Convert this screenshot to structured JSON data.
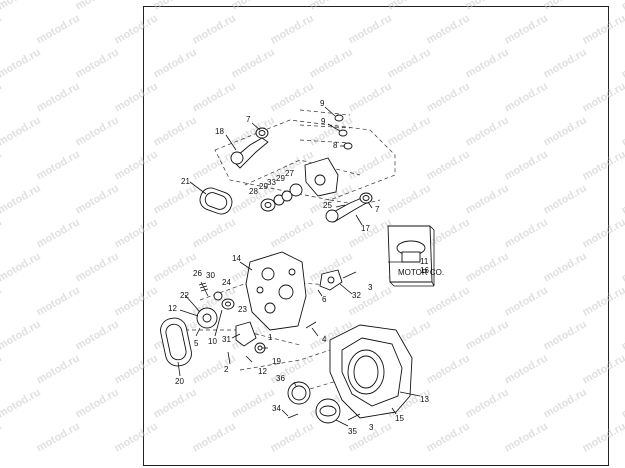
{
  "watermark": "motod.ru",
  "callouts": [
    {
      "id": "c7a",
      "text": "7"
    },
    {
      "id": "c9a",
      "text": "9"
    },
    {
      "id": "c9b",
      "text": "9"
    },
    {
      "id": "c8",
      "text": "8"
    },
    {
      "id": "c18",
      "text": "18"
    },
    {
      "id": "c21",
      "text": "21"
    },
    {
      "id": "c28",
      "text": "28"
    },
    {
      "id": "c29",
      "text": "29"
    },
    {
      "id": "c33",
      "text": "33"
    },
    {
      "id": "c29b",
      "text": "29"
    },
    {
      "id": "c27",
      "text": "27"
    },
    {
      "id": "c25",
      "text": "25"
    },
    {
      "id": "c7b",
      "text": "7"
    },
    {
      "id": "c17",
      "text": "17"
    },
    {
      "id": "c11",
      "text": "11"
    },
    {
      "id": "c16",
      "text": "16"
    },
    {
      "id": "c14",
      "text": "14"
    },
    {
      "id": "c26",
      "text": "26"
    },
    {
      "id": "c30",
      "text": "30"
    },
    {
      "id": "c24",
      "text": "24"
    },
    {
      "id": "c22",
      "text": "22"
    },
    {
      "id": "c23",
      "text": "23"
    },
    {
      "id": "c6",
      "text": "6"
    },
    {
      "id": "c3a",
      "text": "3"
    },
    {
      "id": "c32",
      "text": "32"
    },
    {
      "id": "c12a",
      "text": "12"
    },
    {
      "id": "c5",
      "text": "5"
    },
    {
      "id": "c10",
      "text": "10"
    },
    {
      "id": "c31",
      "text": "31"
    },
    {
      "id": "c1",
      "text": "1"
    },
    {
      "id": "c4",
      "text": "4"
    },
    {
      "id": "c19",
      "text": "19"
    },
    {
      "id": "c2",
      "text": "2"
    },
    {
      "id": "c12b",
      "text": "12"
    },
    {
      "id": "c20",
      "text": "20"
    },
    {
      "id": "c36",
      "text": "36"
    },
    {
      "id": "c13",
      "text": "13"
    },
    {
      "id": "c34",
      "text": "34"
    },
    {
      "id": "c15",
      "text": "15"
    },
    {
      "id": "c35",
      "text": "35"
    },
    {
      "id": "c3b",
      "text": "3"
    }
  ],
  "colors": {
    "line": "#111111",
    "frame": "#222222",
    "watermark": "#c8c8c8"
  }
}
